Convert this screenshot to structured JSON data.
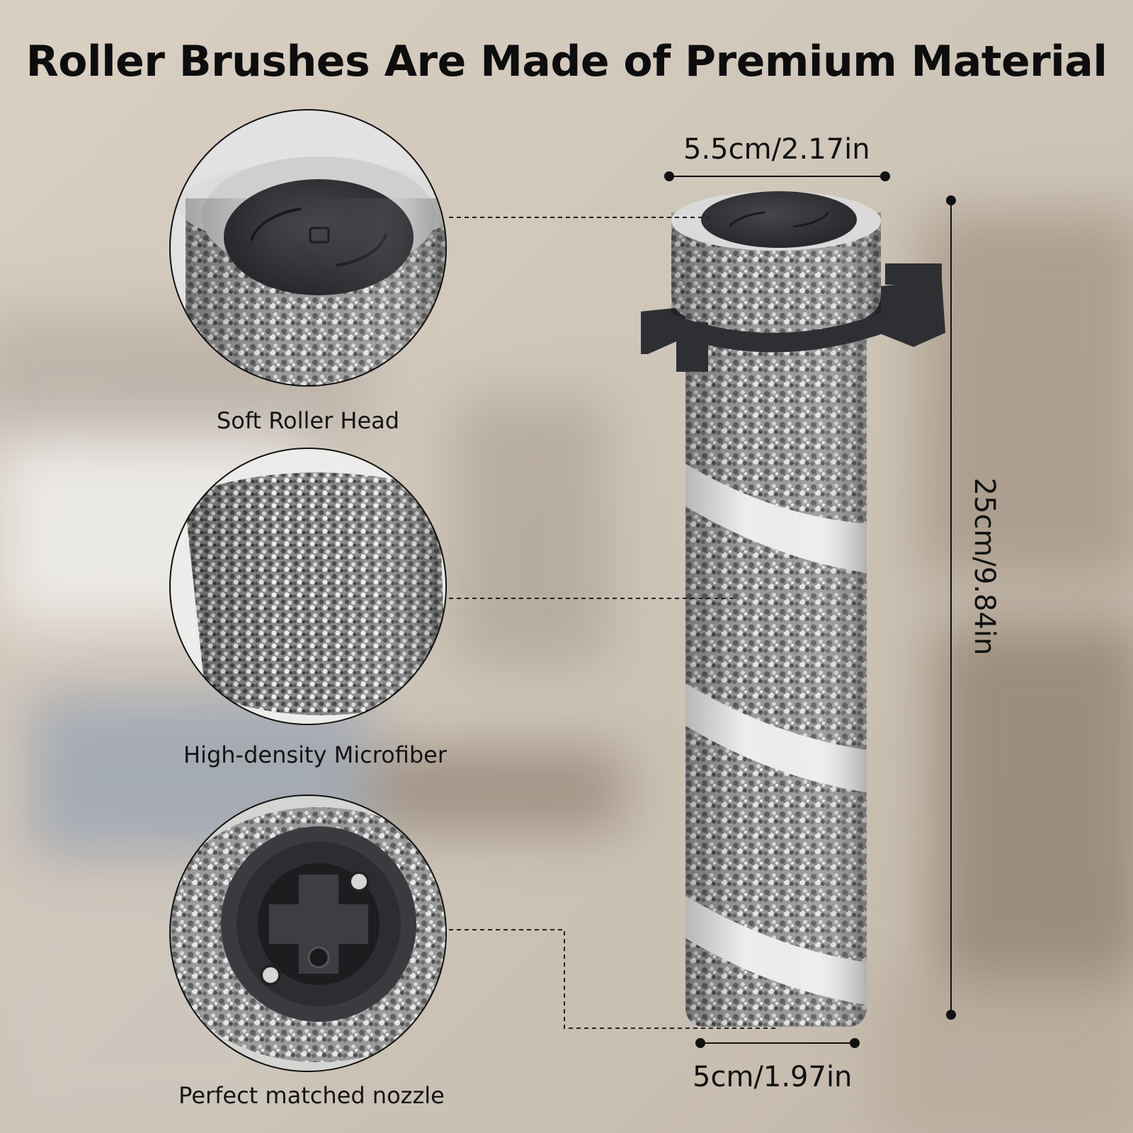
{
  "title": "Roller Brushes Are Made of Premium Material",
  "features": [
    {
      "caption": "Soft Roller Head"
    },
    {
      "caption": "High-density Microfiber"
    },
    {
      "caption": "Perfect matched nozzle"
    }
  ],
  "dimensions": {
    "top_width": "5.5cm/2.17in",
    "bottom_width": "5cm/1.97in",
    "length": "25cm/9.84in"
  },
  "colors": {
    "text": "#111111",
    "plastic": "#2f3033",
    "fiber_gray": "#8e8e8e",
    "fiber_white": "#eeeeec"
  }
}
